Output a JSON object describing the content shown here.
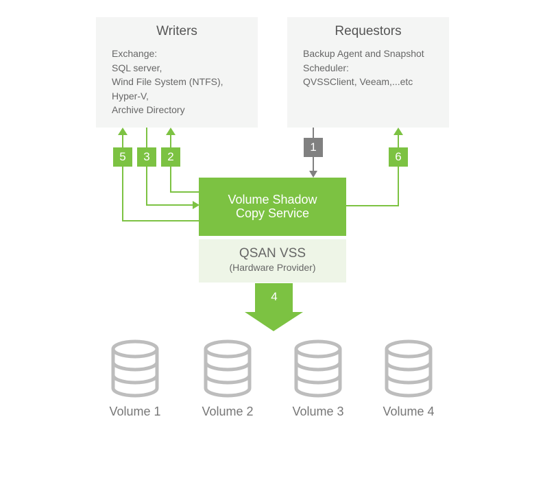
{
  "writers": {
    "title": "Writers",
    "items": [
      "Exchange:",
      "SQL server,",
      "Wind File System (NTFS),",
      "Hyper-V,",
      "Archive Directory"
    ]
  },
  "requestors": {
    "title": "Requestors",
    "items": [
      "Backup Agent and Snapshot",
      "Scheduler:",
      "QVSSClient, Veeam,...etc"
    ]
  },
  "steps": {
    "s1": "1",
    "s2": "2",
    "s3": "3",
    "s4": "4",
    "s5": "5",
    "s6": "6"
  },
  "vss": {
    "line1": "Volume Shadow",
    "line2": "Copy Service"
  },
  "provider": {
    "name": "QSAN VSS",
    "sub": "(Hardware Provider)"
  },
  "volumes": [
    "Volume 1",
    "Volume 2",
    "Volume 3",
    "Volume 4"
  ],
  "colors": {
    "green": "#7cc242",
    "gray": "#808080",
    "light_green": "#eef5e7",
    "box_bg": "#f4f5f4"
  }
}
